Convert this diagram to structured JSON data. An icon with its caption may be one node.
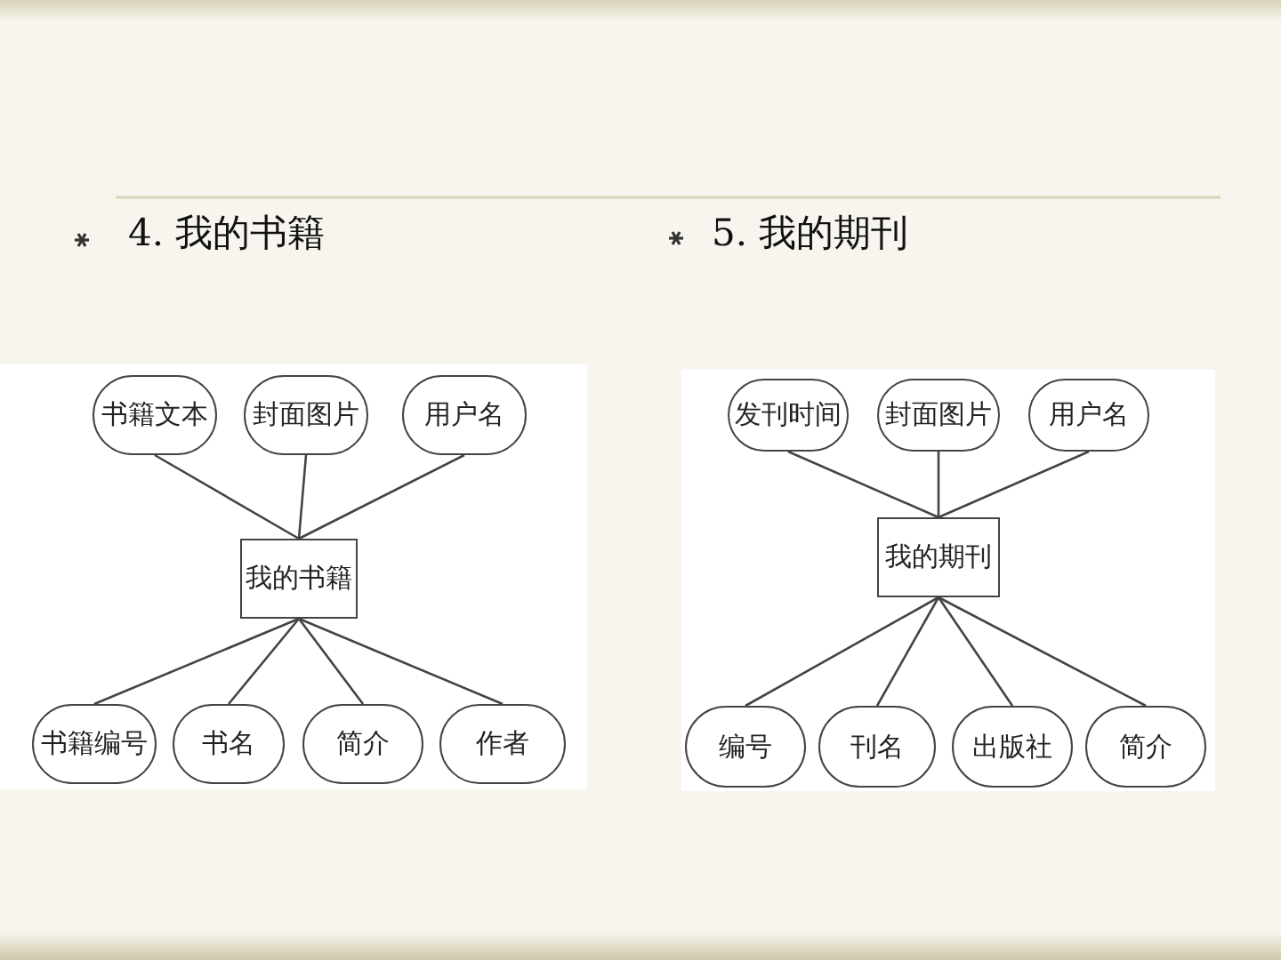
{
  "diagram": {
    "nodes": [
      {
        "text": [
          "书籍文本"
        ]
      },
      {
        "text": [
          "封面图片"
        ]
      },
      {
        "text": [
          "用户名"
        ]
      },
      {
        "text": [
          "我的书籍"
        ]
      },
      {
        "text": [
          "书籍编号"
        ]
      },
      {
        "text": [
          "书名"
        ]
      },
      {
        "text": [
          "简介"
        ]
      },
      {
        "text": [
          "作者"
        ]
      },
      {
        "text": [
          "发刊时间"
        ]
      },
      {
        "text": [
          "封面图片"
        ]
      },
      {
        "text": [
          "用户名"
        ]
      },
      {
        "text": [
          "我的期刊"
        ]
      },
      {
        "text": [
          "编号"
        ]
      },
      {
        "text": [
          "刊名"
        ]
      },
      {
        "text": [
          "出版社"
        ]
      },
      {
        "text": [
          "简介"
        ]
      }
    ],
    "edges": [
      {
        "from": 3,
        "to": 0,
        "arrow": "none"
      },
      {
        "from": 3,
        "to": 1,
        "arrow": "none"
      },
      {
        "from": 3,
        "to": 2,
        "arrow": "none"
      },
      {
        "from": 3,
        "to": 4,
        "arrow": "none"
      },
      {
        "from": 3,
        "to": 5,
        "arrow": "none"
      },
      {
        "from": 3,
        "to": 6,
        "arrow": "none"
      },
      {
        "from": 3,
        "to": 7,
        "arrow": "none"
      },
      {
        "from": 11,
        "to": 8,
        "arrow": "none"
      },
      {
        "from": 11,
        "to": 9,
        "arrow": "none"
      },
      {
        "from": 11,
        "to": 10,
        "arrow": "none"
      },
      {
        "from": 11,
        "to": 12,
        "arrow": "none"
      },
      {
        "from": 11,
        "to": 13,
        "arrow": "none"
      },
      {
        "from": 11,
        "to": 14,
        "arrow": "none"
      },
      {
        "from": 11,
        "to": 15,
        "arrow": "none"
      }
    ],
    "labels": [
      "4. 我的书籍",
      "5. 我的期刊"
    ]
  }
}
